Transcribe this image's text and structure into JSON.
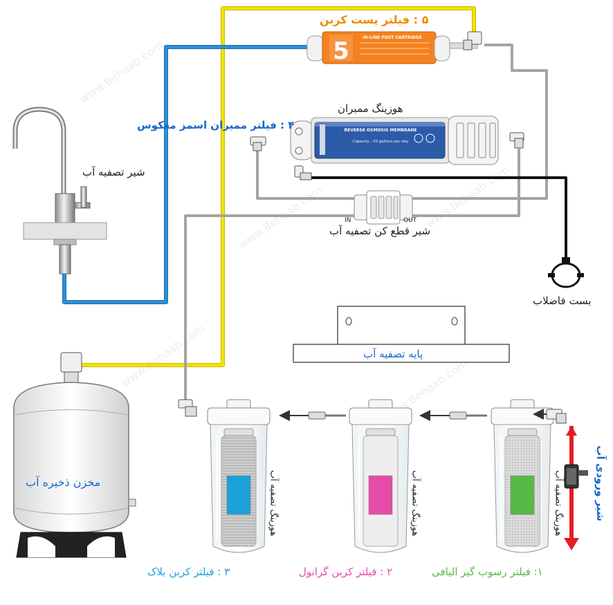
{
  "colors": {
    "yellow_line": "#F2E200",
    "blue_line": "#2E8FD6",
    "gray_line": "#A4A4A4",
    "black_line": "#111111",
    "orange": "#F5821F",
    "membrane_blue": "#2C5CA8",
    "red_arrow": "#E31E24",
    "label_blue": "#1769C8",
    "label_orange": "#F08A00",
    "label_pink": "#E64BA8",
    "label_green": "#58B947",
    "label_cyan": "#1CA0DA"
  },
  "labels": {
    "post_carbon": "۵ : فیلتر پست کربن",
    "membrane_housing": "هوزینگ ممبران",
    "membrane_filter": "۴ : فیلتر ممبران اسمز معکوس",
    "faucet": "شیر تصفیه آب",
    "shutoff_valve": "شیر قطع کن تصفیه آب",
    "valve_in": "IN",
    "valve_out": "OUT",
    "drain_clamp": "بست فاضلاب",
    "stand": "پایه تصفیه آب",
    "tank": "مخزن ذخیره آب",
    "inlet_valve": "شیر ورودی آب",
    "filter1": "۱: فیلتر رسوب گیر الیافی",
    "filter2": "۲ : فیلتر کربن گرانول",
    "filter3": "۳ : فیلتر کربن بلاک",
    "housing": "هوزینگ تصفیه آب"
  },
  "cartridge_text": {
    "post_number": "5",
    "post_title": "IN-LINE POST CARTRIDGE",
    "membrane_title": "REVERSE OSMOSIS MEMBRANE",
    "membrane_capacity": "Capacity : 50 gallons per day"
  },
  "watermark": "www.Behaab.com"
}
